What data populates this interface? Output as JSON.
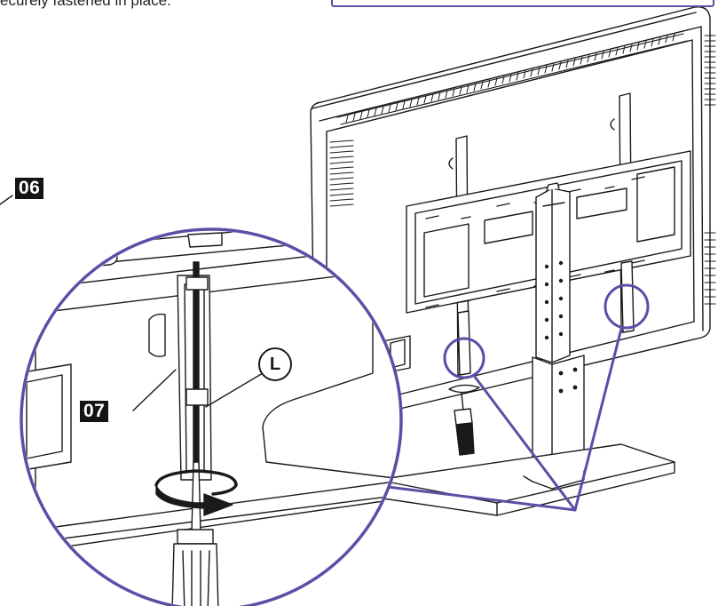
{
  "caption": "ecurely fastened in place.",
  "labels": {
    "part_06": "06",
    "part_07": "07",
    "hardware_L": "L"
  },
  "colors": {
    "callout_outline": "#5a4fa6",
    "line_art": "#1a1a1a",
    "tag_background": "#141414"
  }
}
